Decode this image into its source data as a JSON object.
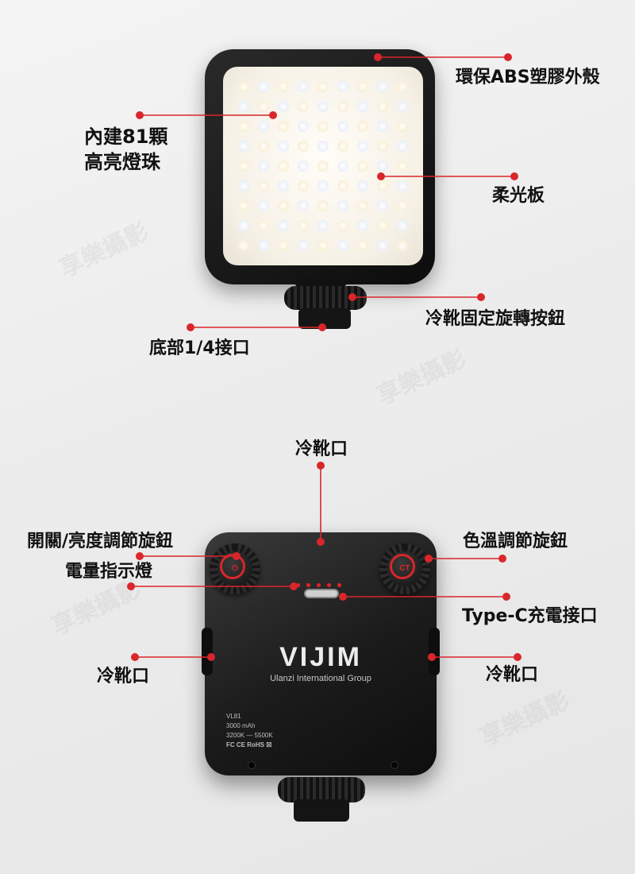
{
  "watermark_text": "享樂攝影",
  "colors": {
    "accent": "#d9262b",
    "label_text": "#111111",
    "body": "#1b1b1b"
  },
  "front_labels": {
    "shell": "環保ABS塑膠外殼",
    "leds_line1": "內建81顆",
    "leds_line2": "高亮燈珠",
    "diffuser": "柔光板",
    "shoe_knob": "冷靴固定旋轉按鈕",
    "quarter_inch": "底部1/4接口"
  },
  "back_labels": {
    "top_cold_shoe": "冷靴口",
    "power_knob": "開關/亮度調節旋鈕",
    "battery_indicator": "電量指示燈",
    "ct_knob": "色溫調節旋鈕",
    "usb_c": "Type-C充電接口",
    "left_cold_shoe": "冷靴口",
    "right_cold_shoe": "冷靴口"
  },
  "device": {
    "brand": "VIJIM",
    "sub_brand": "Ulanzi  International  Group",
    "ct_knob_text": "CT",
    "spec_lines": [
      "VL81",
      "3000 mAh",
      "3200K — 5500K",
      "FC CE RoHS ☒"
    ]
  }
}
